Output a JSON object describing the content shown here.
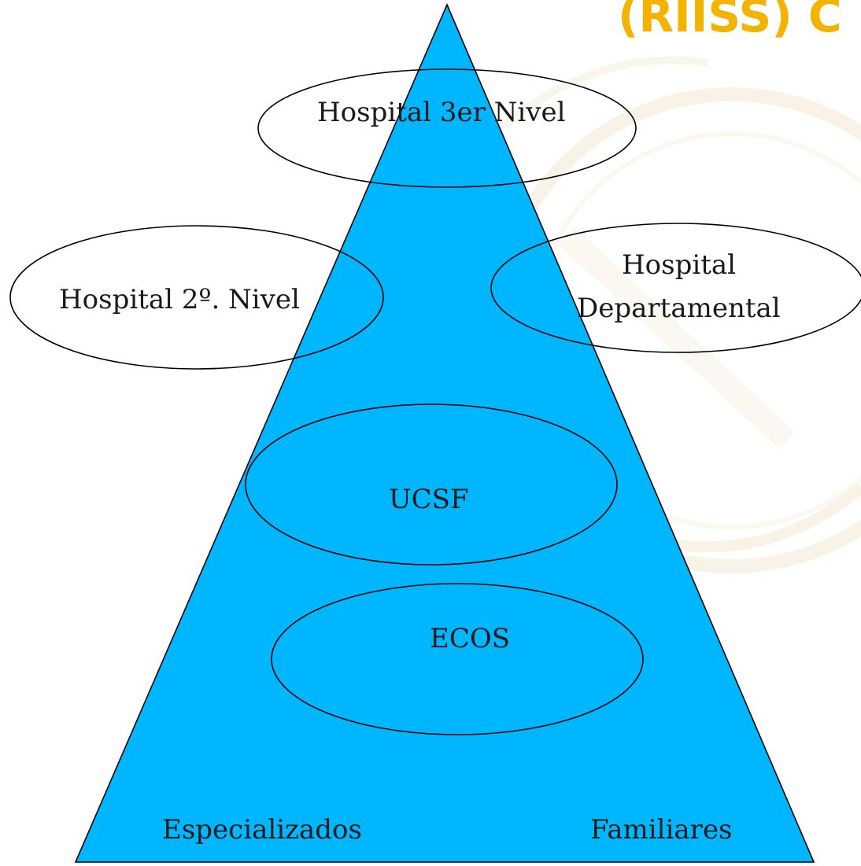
{
  "header": {
    "title_fragment": "(RIISS) C"
  },
  "diagram": {
    "nodes": {
      "hospital_3er": "Hospital 3er Nivel",
      "hospital_2do": "Hospital 2º. Nivel",
      "hospital_dept_line1": "Hospital",
      "hospital_dept_line2": "Departamental",
      "ucsf": "UCSF",
      "ecos": "ECOS"
    },
    "base_labels": {
      "left": "Especializados",
      "right": "Familiares"
    }
  },
  "colors": {
    "pyramid_fill": "#00b6ff",
    "title_color": "#f5b301",
    "background": "#ffffff",
    "stroke": "#000000"
  }
}
